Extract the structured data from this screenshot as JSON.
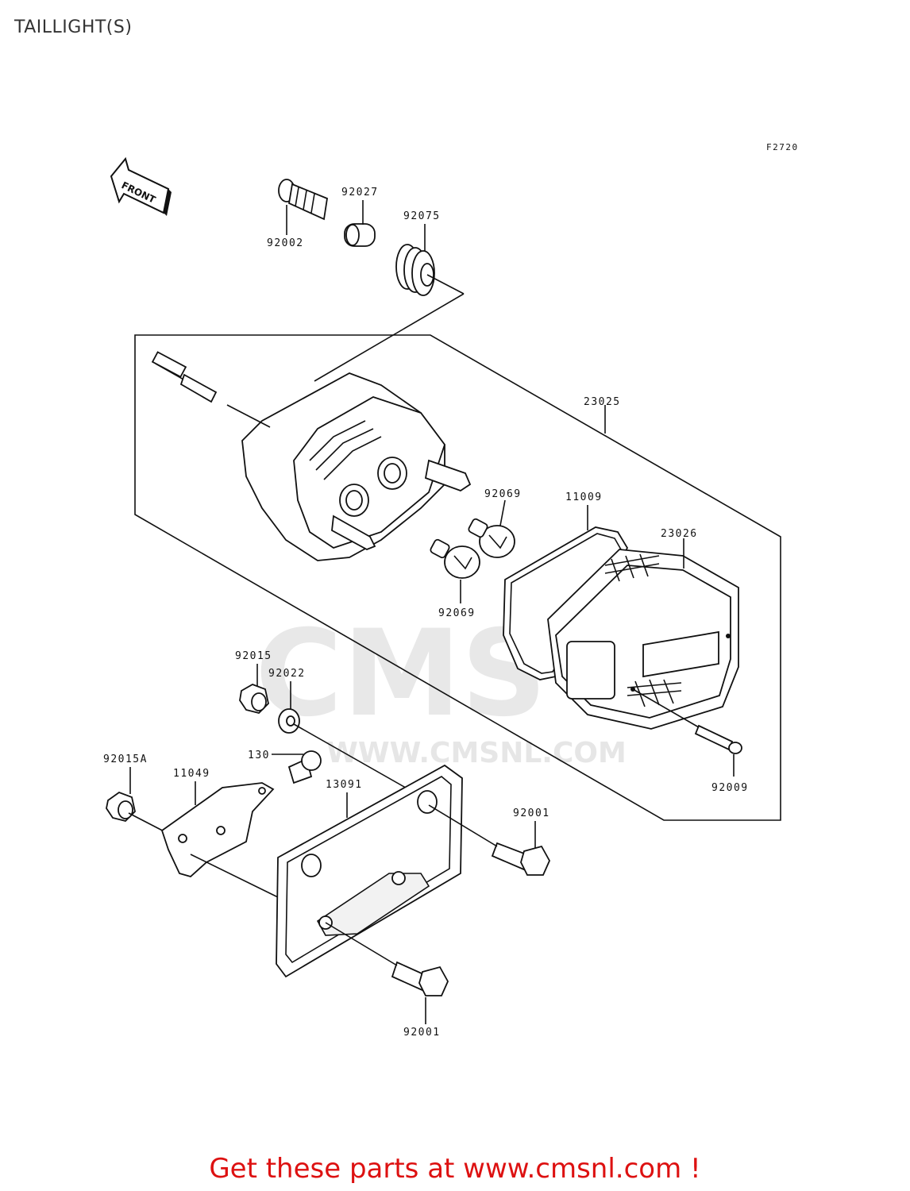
{
  "page": {
    "title": "TAILLIGHT(S)",
    "figure_id": "F2720"
  },
  "orientation": {
    "label": "FRONT",
    "icon": "front-arrow-icon"
  },
  "watermark": {
    "logo_text": "CMS",
    "url_text": "WWW.CMSNL.COM"
  },
  "callouts": {
    "c92002": "92002",
    "c92027": "92027",
    "c92075": "92075",
    "c23025": "23025",
    "c92069a": "92069",
    "c11009": "11009",
    "c23026": "23026",
    "c92069b": "92069",
    "c92015": "92015",
    "c92022": "92022",
    "c130": "130",
    "c92015A": "92015A",
    "c11049": "11049",
    "c13091": "13091",
    "c92001a": "92001",
    "c92009": "92009",
    "c92001b": "92001"
  },
  "footer": {
    "link_text": "Get these parts at www.cmsnl.com !"
  },
  "colors": {
    "footer_link": "#dd1111",
    "line": "#111111",
    "watermark": "#e6e6e6"
  }
}
